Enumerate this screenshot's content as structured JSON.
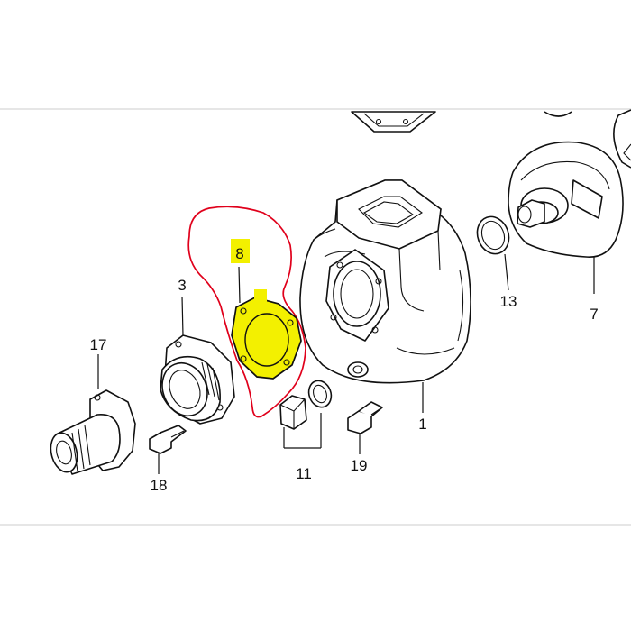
{
  "diagram": {
    "colors": {
      "highlight": "#f3f000",
      "outline": "#e0001b",
      "ink": "#111111",
      "frame": "#cccccc"
    },
    "callouts": {
      "c1": "1",
      "c3": "3",
      "c7": "7",
      "c8": "8",
      "c11": "11",
      "c13": "13",
      "c17": "17",
      "c18": "18",
      "c19": "19"
    }
  }
}
